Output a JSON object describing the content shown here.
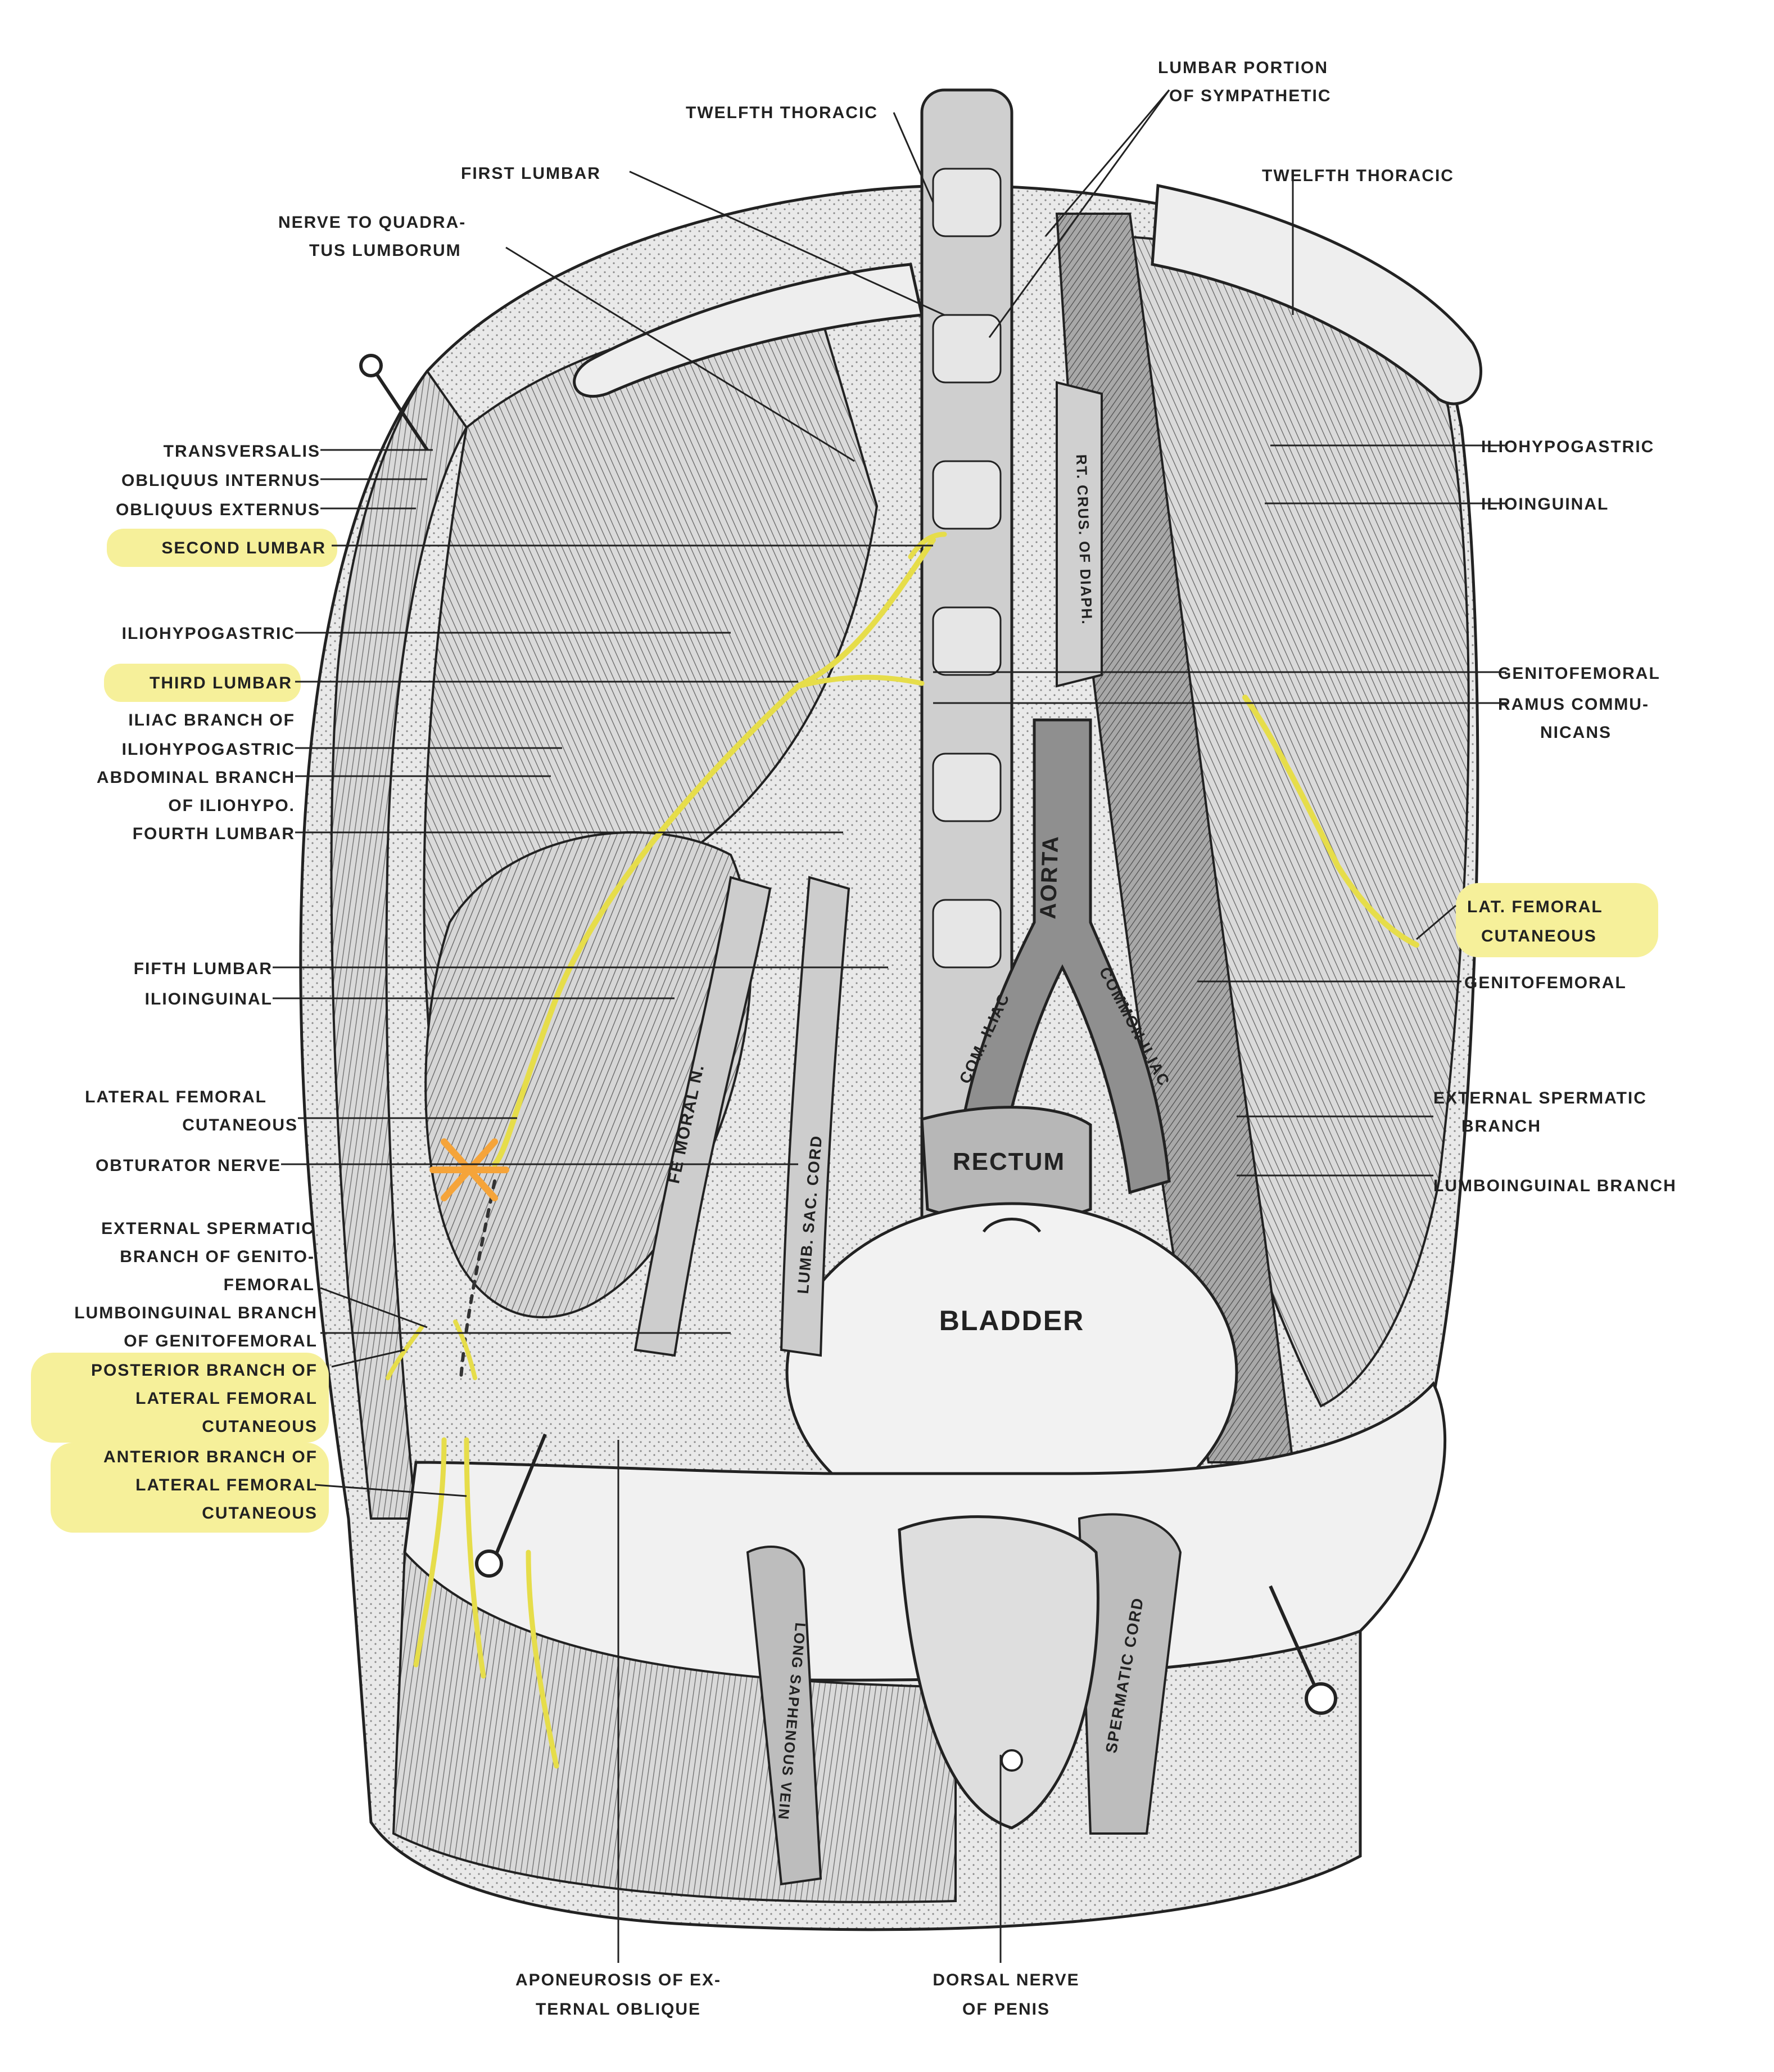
{
  "colors": {
    "paper": "#ffffff",
    "plate": "#f4f4f4",
    "ink": "#222222",
    "hatch": "#6a6a6a",
    "tissue_dark": "#9a9a9a",
    "tissue_mid": "#bdbdbd",
    "tissue_light": "#e2e2e2",
    "nerve_yellow": "#e6dd4a",
    "highlight": "#f6f09a",
    "marker_orange": "#f5a43a"
  },
  "organs": {
    "bladder": "BLADDER",
    "rectum": "RECTUM",
    "aorta": "AORTA",
    "com_iliac_left": "COM. ILIAC",
    "common_iliac_right": "COMMON ILIAC",
    "femoral_n": "FE MORAL N.",
    "lumb_sac_cord": "LUMB. SAC. CORD",
    "rt_crus": "RT. CRUS. OF DIAPH.",
    "spermatic_cord": "SPERMATIC CORD",
    "long_saphenous": "LONG SAPHENOUS VEIN"
  },
  "labels": {
    "twelfth_thoracic_top": "TWELFTH THORACIC",
    "lumbar_sympathetic_1": "LUMBAR PORTION",
    "lumbar_sympathetic_2": "OF SYMPATHETIC",
    "twelfth_thoracic_right": "TWELFTH THORACIC",
    "first_lumbar": "FIRST LUMBAR",
    "nerve_quadratus_1": "NERVE TO QUADRA-",
    "nerve_quadratus_2": "TUS LUMBORUM",
    "transversalis": "TRANSVERSALIS",
    "obliquus_internus": "OBLIQUUS INTERNUS",
    "obliquus_externus": "OBLIQUUS EXTERNUS",
    "second_lumbar": "SECOND LUMBAR",
    "iliohypogastric_left": "ILIOHYPOGASTRIC",
    "third_lumbar": "THIRD LUMBAR",
    "iliac_branch_1": "ILIAC BRANCH OF",
    "iliac_branch_2": "ILIOHYPOGASTRIC",
    "abdominal_branch_1": "ABDOMINAL BRANCH",
    "abdominal_branch_2": "OF ILIOHYPO.",
    "fourth_lumbar": "FOURTH LUMBAR",
    "fifth_lumbar": "FIFTH LUMBAR",
    "ilioinguinal_left": "ILIOINGUINAL",
    "lateral_femoral_1": "LATERAL FEMORAL",
    "lateral_femoral_2": "CUTANEOUS",
    "obturator_nerve": "OBTURATOR NERVE",
    "ext_spermatic_left_1": "EXTERNAL SPERMATIC",
    "ext_spermatic_left_2": "BRANCH OF GENITO-",
    "ext_spermatic_left_3": "FEMORAL",
    "lumboinguinal_left_1": "LUMBOINGUINAL BRANCH",
    "lumboinguinal_left_2": "OF GENITOFEMORAL",
    "posterior_branch_1": "POSTERIOR BRANCH OF",
    "posterior_branch_2": "LATERAL FEMORAL",
    "posterior_branch_3": "CUTANEOUS",
    "anterior_branch_1": "ANTERIOR BRANCH OF",
    "anterior_branch_2": "LATERAL FEMORAL",
    "anterior_branch_3": "CUTANEOUS",
    "iliohypogastric_right": "ILIOHYPOGASTRIC",
    "ilioinguinal_right": "ILIOINGUINAL",
    "genitofemoral_right_top": "GENITOFEMORAL",
    "ramus_communicans_1": "RAMUS COMMU-",
    "ramus_communicans_2": "NICANS",
    "lat_femoral_cut_1": "LAT. FEMORAL",
    "lat_femoral_cut_2": "CUTANEOUS",
    "genitofemoral_right_low": "GENITOFEMORAL",
    "ext_spermatic_right_1": "EXTERNAL SPERMATIC",
    "ext_spermatic_right_2": "BRANCH",
    "lumboinguinal_right": "LUMBOINGUINAL BRANCH",
    "aponeurosis_1": "APONEUROSIS OF EX-",
    "aponeurosis_2": "TERNAL OBLIQUE",
    "dorsal_nerve_1": "DORSAL NERVE",
    "dorsal_nerve_2": "OF PENIS"
  }
}
